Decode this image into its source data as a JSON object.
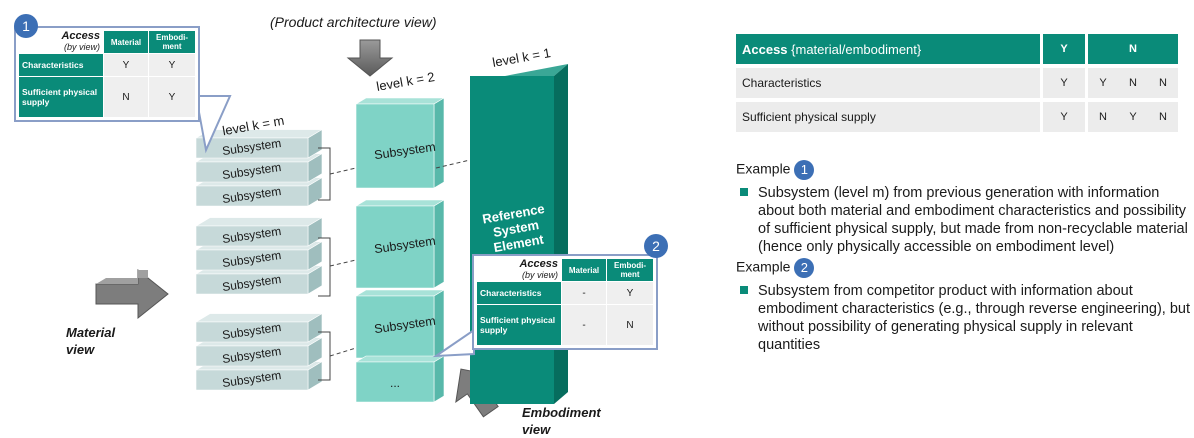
{
  "diagram": {
    "top_label": "(Product architecture view)",
    "level_m": "level k = m",
    "level_2": "level k = 2",
    "level_1": "level k = 1",
    "subsystem": "Subsystem",
    "ellipsis": "...",
    "reference": [
      "Reference",
      "System",
      "Element"
    ],
    "material_view": [
      "Material",
      "view"
    ],
    "embodiment_view": [
      "Embodiment",
      "view"
    ],
    "callout1": {
      "number": "1",
      "corner_title": "Access",
      "corner_sub": "(by view)",
      "col1": "Material",
      "col2": "Embodi- ment",
      "rows": [
        {
          "label": "Characteristics",
          "v1": "Y",
          "v2": "Y"
        },
        {
          "label": "Sufficient physical supply",
          "v1": "N",
          "v2": "Y"
        }
      ]
    },
    "callout2": {
      "number": "2",
      "corner_title": "Access",
      "corner_sub": "(by view)",
      "col1": "Material",
      "col2": "Embodi- ment",
      "rows": [
        {
          "label": "Characteristics",
          "v1": "-",
          "v2": "Y"
        },
        {
          "label": "Sufficient physical supply",
          "v1": "-",
          "v2": "N"
        }
      ]
    }
  },
  "access_table": {
    "header_bold": "Access",
    "header_rest": " {material/embodiment}",
    "col_y": "Y",
    "col_n": "N",
    "rows": [
      {
        "label": "Characteristics",
        "values": [
          "Y",
          "Y",
          "N",
          "N"
        ]
      },
      {
        "label": "Sufficient physical supply",
        "values": [
          "Y",
          "N",
          "Y",
          "N"
        ]
      }
    ]
  },
  "examples": [
    {
      "label": "Example",
      "number": "1",
      "text": "Subsystem (level m) from previous generation with information about both material and embodiment characteristics and possibility of sufficient physical supply, but made from non-recyclable material (hence only physically accessible on embodiment level)"
    },
    {
      "label": "Example",
      "number": "2",
      "text": "Subsystem from competitor product with information about embodiment characteristics (e.g., through reverse engineering), but without possibility of generating physical supply in relevant quantities"
    }
  ],
  "colors": {
    "teal": "#0a8b79",
    "light_teal": "#7fd3c6",
    "grey_block": "#c9dcdc",
    "callout_border": "#8a9ec7",
    "badge": "#3c6fb5"
  }
}
